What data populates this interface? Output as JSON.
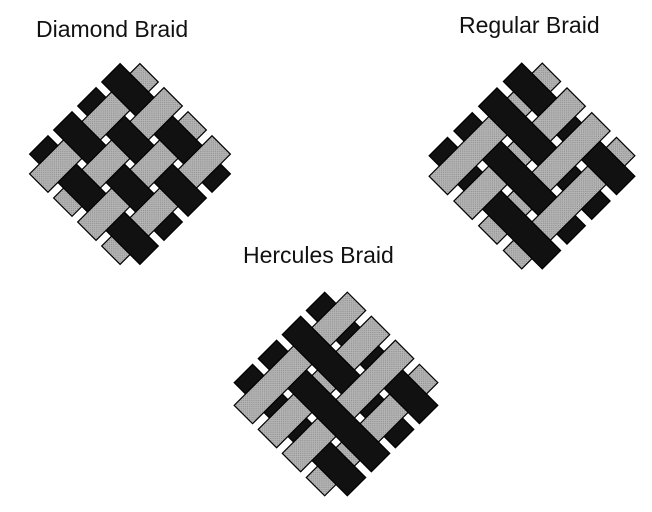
{
  "figure": {
    "colors": {
      "dark_strand": "#111111",
      "light_strand": "#b4b4b4",
      "light_texture": "#8c8c8c",
      "edge": "#000000",
      "background": "#ffffff"
    },
    "braids": [
      {
        "id": "diamond",
        "label": "Diamond Braid",
        "pattern": "1-over-1-under"
      },
      {
        "id": "regular",
        "label": "Regular Braid",
        "pattern": "2-over-2-under"
      },
      {
        "id": "hercules",
        "label": "Hercules Braid",
        "pattern": "3-over-3-under"
      }
    ]
  }
}
